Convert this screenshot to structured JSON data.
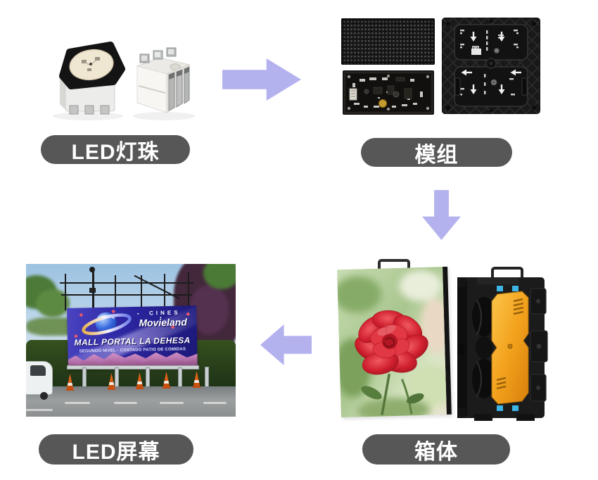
{
  "steps": {
    "led_beads": {
      "label": "LED灯珠"
    },
    "module": {
      "label": "模组"
    },
    "cabinet": {
      "label": "箱体"
    },
    "led_screen": {
      "label": "LED屏幕"
    }
  },
  "arrows": {
    "color": "#b4b2ee",
    "directions": [
      "right",
      "down",
      "left"
    ]
  },
  "billboard": {
    "cines": "CINES",
    "brand": "Movieland",
    "line1": "MALL PORTAL LA DEHESA",
    "line2": "SEGUNDO NIVEL - COSTADO PATIO DE COMIDAS"
  },
  "colors": {
    "background": "#ffffff",
    "label_pill_bg": "#575757",
    "label_text": "#ffffff",
    "arrow": "#b4b2ee",
    "cabinet_back_accent": "#f2a21d",
    "cabinet_clip_accent": "#3db4e4",
    "billboard_bg": "#2b25a0"
  }
}
